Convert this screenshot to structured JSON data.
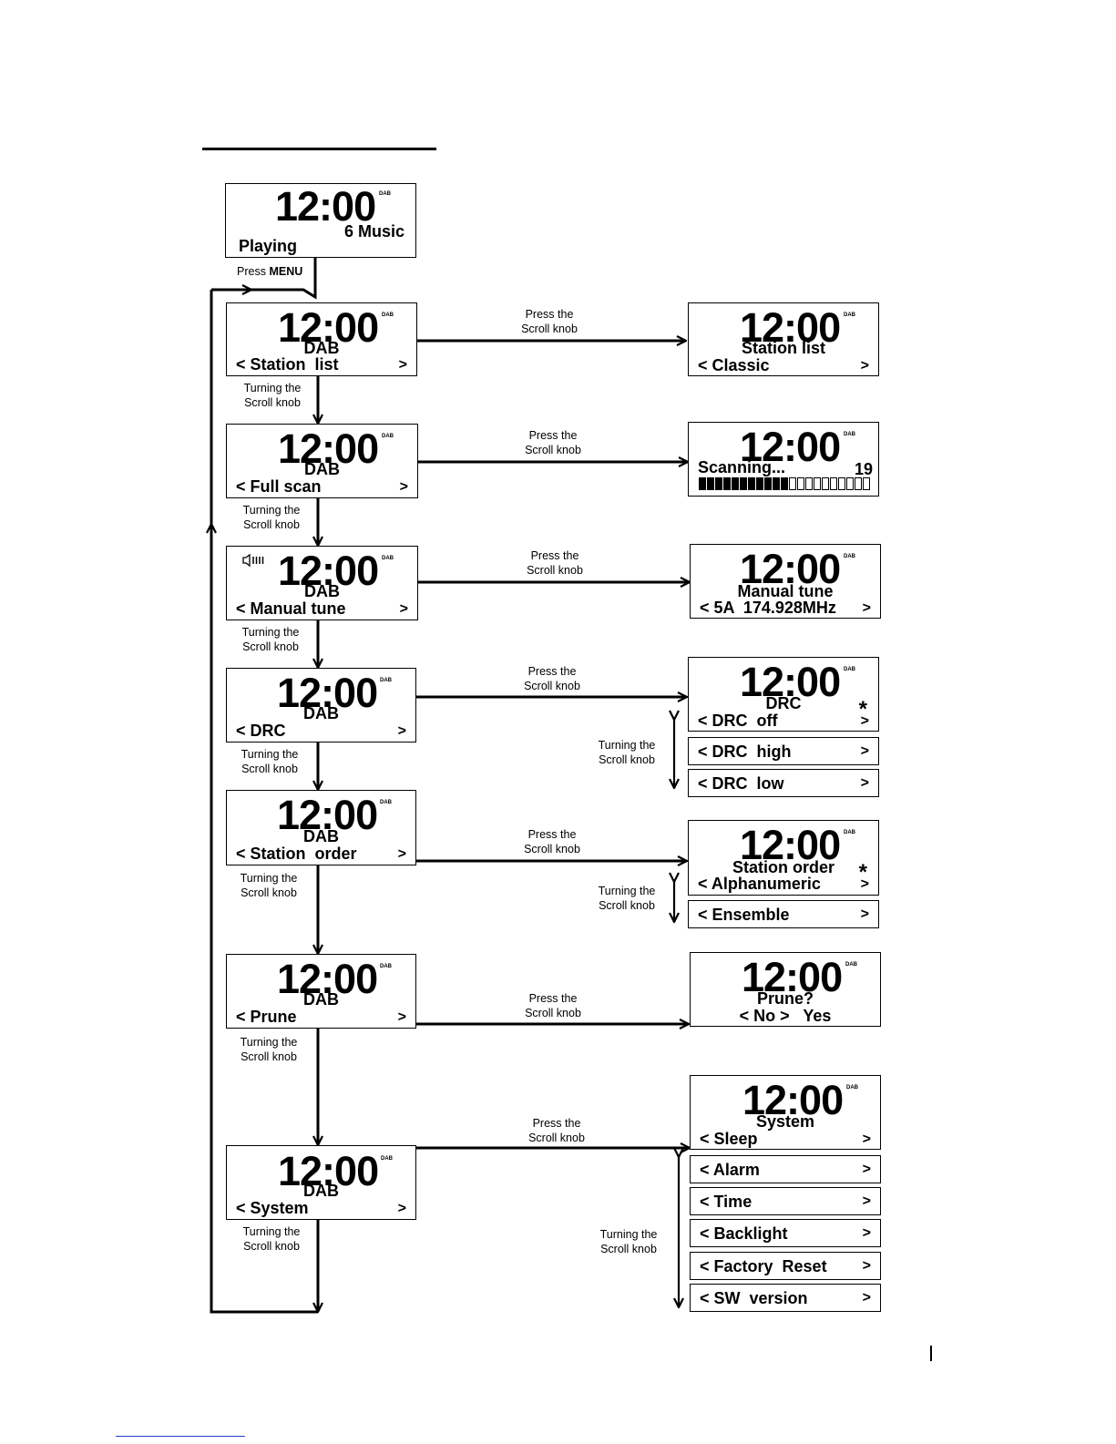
{
  "clock": "12:00",
  "dab": "DAB",
  "press_scroll": [
    "Press the",
    "Scroll knob"
  ],
  "turn_scroll": [
    "Turning the",
    "Scroll knob"
  ],
  "press_menu": [
    "Press",
    "MENU"
  ],
  "playing": {
    "station": "6 Music",
    "status": "Playing"
  },
  "menu": {
    "mode": "DAB",
    "items": [
      "< Station  list",
      "< Full scan",
      "< Manual tune",
      "< DRC",
      "< Station  order",
      "< Prune",
      "< System"
    ],
    "arrow": ">"
  },
  "station_list": {
    "title": "Station  list",
    "item": "< Classic"
  },
  "full_scan": {
    "label": "Scanning...",
    "count": "19",
    "progress_filled": 11,
    "progress_total": 21
  },
  "manual_tune": {
    "title": "Manual tune",
    "item": "< 5A  174.928MHz"
  },
  "drc": {
    "title": "DRC",
    "selected_mark": "*",
    "options": [
      "< DRC  off",
      "< DRC  high",
      "< DRC  low"
    ]
  },
  "station_order": {
    "title": "Station  order",
    "selected_mark": "*",
    "options": [
      "< Alphanumeric",
      "< Ensemble"
    ]
  },
  "prune": {
    "title": "Prune?",
    "choice": "< No >   Yes"
  },
  "system": {
    "title": "System",
    "options": [
      "< Sleep",
      "< Alarm",
      "< Time",
      "< Backlight",
      "< Factory  Reset",
      "< SW  version"
    ]
  }
}
